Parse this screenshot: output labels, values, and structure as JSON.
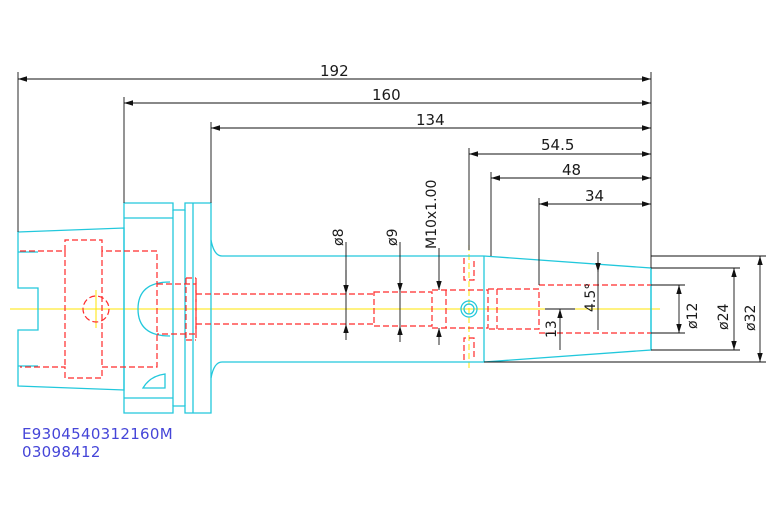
{
  "colors": {
    "outline": "#22c8dc",
    "hidden": "#ff2a2a",
    "center": "#ffe600",
    "dimension": "#111111",
    "partcode": "#4545d8"
  },
  "dimensions": {
    "overall_length": "192",
    "gauge_length": "160",
    "flange_length": "134",
    "len_54_5": "54.5",
    "len_48": "48",
    "len_34": "34",
    "dia_8": "ø8",
    "dia_9": "ø9",
    "thread": "M10x1.00",
    "angle": "4.5°",
    "offset_13": "13",
    "dia_12": "ø12",
    "dia_24": "ø24",
    "dia_32": "ø32"
  },
  "part": {
    "code": "E9304540312160M",
    "number": "03098412"
  }
}
